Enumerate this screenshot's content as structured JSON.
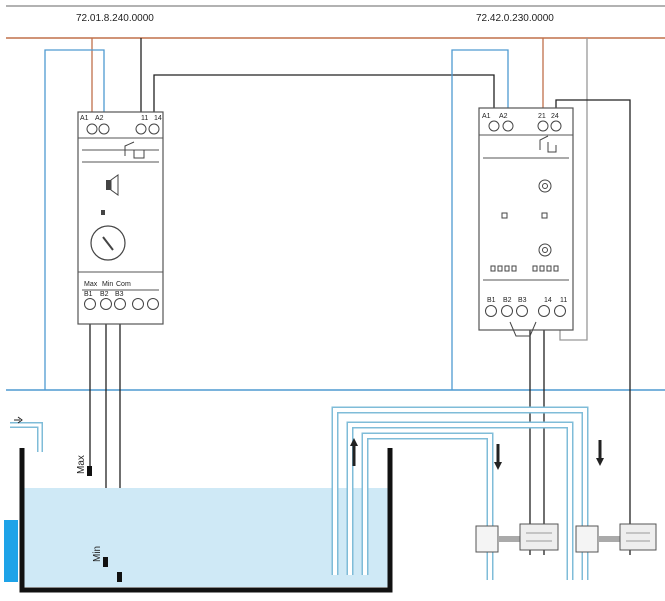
{
  "relay_left": {
    "code": "72.01.8.240.0000",
    "terminals_top": [
      "A1",
      "A2",
      "11",
      "14"
    ],
    "terminals_bottom": [
      "B1",
      "B2",
      "B3"
    ],
    "bottom_labels": [
      "Max",
      "Min",
      "Com"
    ]
  },
  "relay_right": {
    "code": "72.42.0.230.0000",
    "terminals_top": [
      "A1",
      "A2",
      "21",
      "24"
    ],
    "terminals_bottom": [
      "B1",
      "B2",
      "B3",
      "14",
      "11"
    ]
  },
  "probes": {
    "max": "Max",
    "min": "Min"
  },
  "colors": {
    "phase_wire": "#c0704a",
    "neutral_wire": "#4f9ad1",
    "pipe": "#7fbcd8",
    "water": "#cfe9f6",
    "tank": "#111111",
    "device": "#555555"
  }
}
